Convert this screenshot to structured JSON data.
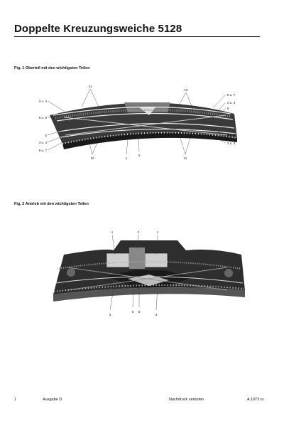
{
  "title": "Doppelte Kreuzungsweiche 5128",
  "fig1": {
    "caption": "Fig. 1   Oberteil mit den wichtigsten Teilen",
    "labels": [
      "11",
      "10",
      "3 u. 4",
      "6 u. 7",
      "3 u. 4",
      "5",
      "6 u. 9",
      "5",
      "3 u. 4",
      "6 u. 7",
      "8 u. 9",
      "3 u. 4",
      "10",
      "1",
      "2",
      "11"
    ]
  },
  "fig2": {
    "caption": "Fig. 2   Antrieb mit den wichtigsten Teilen",
    "labels": [
      "1",
      "2",
      "1",
      "3",
      "6",
      "5",
      "4"
    ]
  },
  "footer": {
    "page_number": "1",
    "edition": "Ausgabe D",
    "notice": "Nachdruck verboten",
    "code": "A 1073 ru"
  }
}
